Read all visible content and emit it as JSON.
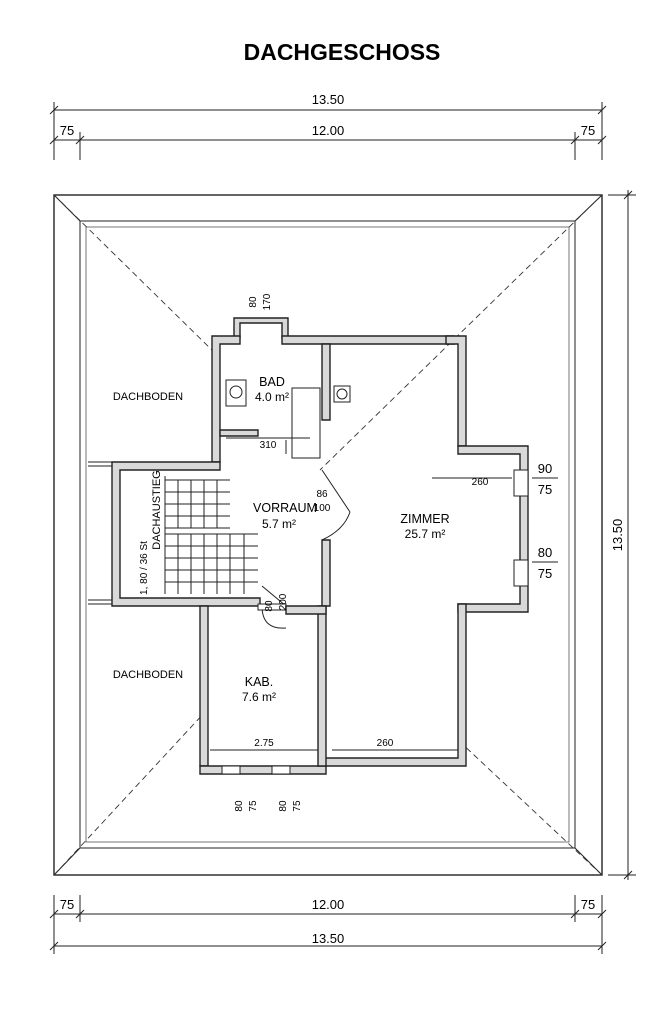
{
  "title": "DACHGESCHOSS",
  "dimensions": {
    "top_total": "13.50",
    "top_left": "75",
    "top_mid": "12.00",
    "top_right": "75",
    "bottom_left": "75",
    "bottom_mid": "12.00",
    "bottom_right": "75",
    "bottom_total": "13.50",
    "right_total": "13.50",
    "chimney_w": "80",
    "chimney_h": "170",
    "win1_w": "90",
    "win1_h": "75",
    "win2_w": "80",
    "win2_h": "75",
    "kab_win1_w": "80",
    "kab_win1_h": "75",
    "kab_win2_w": "80",
    "kab_win2_h": "75",
    "bad_door_w": "310",
    "vorraum_door_w": "86",
    "vorraum_door_h": "100",
    "kab_door_w": "80",
    "kab_door_h": "200",
    "zimmer_inner_width": "260",
    "zimmer_bottom_width": "260",
    "kab_width": "2.75",
    "stair_note": "1, 80 / 36 St"
  },
  "rooms": {
    "bad_name": "BAD",
    "bad_area": "4.0 m²",
    "vorraum_name": "VORRAUM",
    "vorraum_area": "5.7 m²",
    "zimmer_name": "ZIMMER",
    "zimmer_area": "25.7 m²",
    "kab_name": "KAB.",
    "kab_area": "7.6 m²",
    "dachboden_top": "DACHBODEN",
    "dachboden_bottom": "DACHBODEN",
    "stair_label": "DACHAUSTIEG"
  }
}
